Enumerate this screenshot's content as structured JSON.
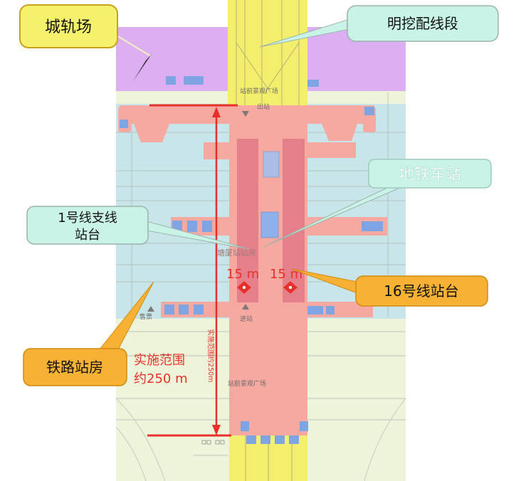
{
  "callouts": {
    "city_rail_yard": "城轨场",
    "open_cut_section": "明挖配线段",
    "metro_station": "地铁车站",
    "line1_branch_platform": [
      "1号线支线",
      "站台"
    ],
    "line16_platform": "16号线站台",
    "railway_station_building": "铁路站房"
  },
  "dimensions": {
    "scope": [
      "实施范围",
      "约250 m"
    ],
    "scope_vertical": "实施范围约250m",
    "platform_width": [
      "15 m",
      "15 m"
    ]
  },
  "plan_labels": {
    "north_plaza": "站前景观广场",
    "exit": "出站",
    "station_building": "塘厦站站房",
    "entrance": "进站",
    "ticketing": "售票",
    "south_plaza": "站前景观广场"
  },
  "colors": {
    "rail_yard": "#dcaef2",
    "open_cut": "#f3ef6c",
    "railway_station_zone": "#c8e6ea",
    "metro_station": "#f5a9a1",
    "platform": "#e5808a",
    "escalator": "#7fa4e4",
    "dimension": "#e8302a",
    "callout_yellow": "#f4f26c",
    "callout_mint": "#c9f3e6",
    "callout_orange": "#f7b236"
  }
}
